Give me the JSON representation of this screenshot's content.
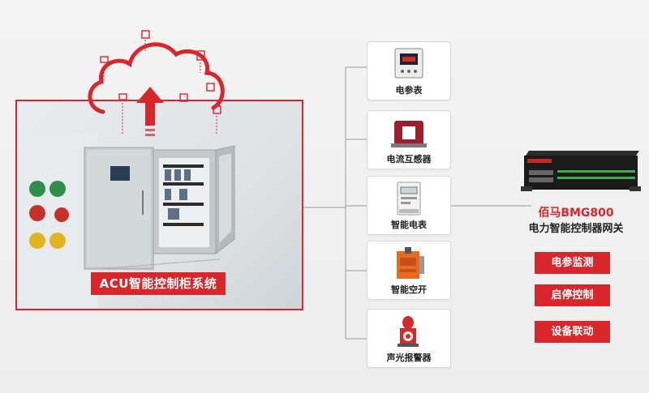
{
  "panel": {
    "label": "ACU智能控制柜系统"
  },
  "devices": [
    {
      "label": "电参表",
      "icon": "power-meter-icon"
    },
    {
      "label": "电流互感器",
      "icon": "current-transformer-icon"
    },
    {
      "label": "智能电表",
      "icon": "smart-meter-icon"
    },
    {
      "label": "智能空开",
      "icon": "smart-breaker-icon"
    },
    {
      "label": "声光报警器",
      "icon": "alarm-light-icon"
    }
  ],
  "gateway": {
    "name": "佰马BMG800",
    "subtitle": "电力智能控制器网关",
    "functions": [
      "电参监测",
      "启停控制",
      "设备联动"
    ]
  },
  "colors": {
    "accent": "#d8262b",
    "line": "#9a9a9a"
  }
}
